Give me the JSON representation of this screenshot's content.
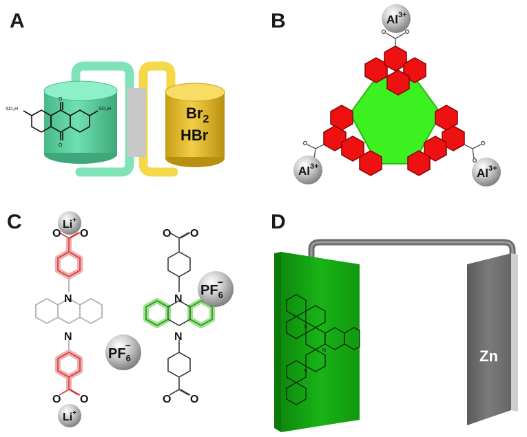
{
  "panels": {
    "a": {
      "label": "A",
      "left_substituent": "SO₃H",
      "right_substituent": "SO₃H",
      "carbonyl_top": "O",
      "carbonyl_bottom": "O",
      "cathode_species_1": "Br",
      "cathode_species_1_sub": "2",
      "cathode_species_2": "HBr",
      "colors": {
        "anode": "#5ccf9f",
        "cathode": "#e8c22e",
        "separator": "#c8c8c8"
      }
    },
    "b": {
      "label": "B",
      "ion": "Al",
      "ion_charge": "3+",
      "colors": {
        "core": "#3df020",
        "ring": "#ee1111"
      }
    },
    "c": {
      "label": "C",
      "cation": "Li",
      "cation_charge": "+",
      "anion": "PF",
      "anion_sub": "6",
      "anion_charge": "−",
      "nitrogen": "N",
      "oxygen": "O",
      "colors": {
        "highlight_red": "#ee8080",
        "highlight_green": "#6ccd5a"
      }
    },
    "d": {
      "label": "D",
      "anode": "Zn",
      "nitrogen": "N",
      "colors": {
        "cathode": "#16a414",
        "anode": "#707070",
        "wire": "#7b7b7b"
      }
    }
  }
}
